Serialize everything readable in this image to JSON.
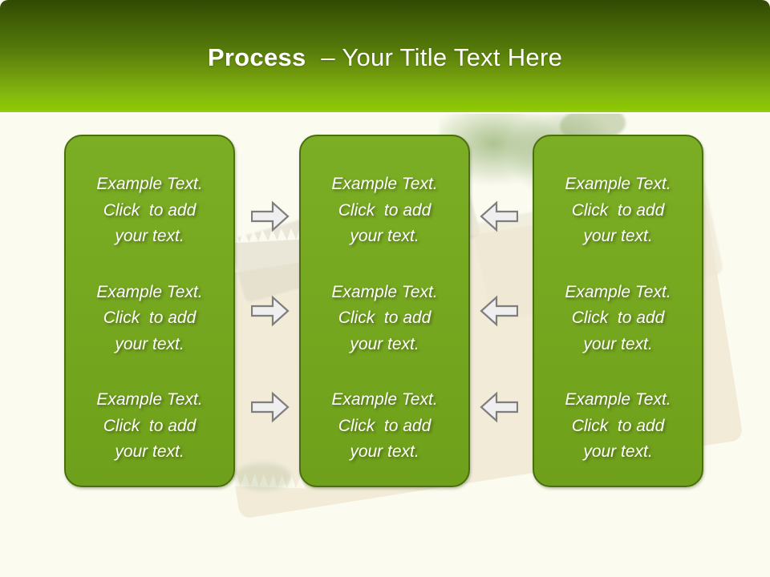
{
  "slide": {
    "title_bold": "Process",
    "title_rest": "– Your Title Text Here"
  },
  "colors": {
    "header_gradient_top": "#3A5504",
    "header_gradient_bottom": "#8DC702",
    "panel_fill": "#76A820",
    "panel_border": "#4A6E10",
    "arrow_fill": "#EFEFEF",
    "arrow_border": "#7E7E7E",
    "slide_background": "#FBFBF0",
    "text_color": "#FFFFFF"
  },
  "columns": [
    {
      "name": "left",
      "blocks": [
        "Example Text.\nClick  to add\nyour text.",
        "Example Text.\nClick  to add\nyour text.",
        "Example Text.\nClick  to add\nyour text."
      ]
    },
    {
      "name": "middle",
      "blocks": [
        "Example Text.\nClick  to add\nyour text.",
        "Example Text.\nClick  to add\nyour text.",
        "Example Text.\nClick  to add\nyour text."
      ]
    },
    {
      "name": "right",
      "blocks": [
        "Example Text.\nClick  to add\nyour text.",
        "Example Text.\nClick  to add\nyour text.",
        "Example Text.\nClick  to add\nyour text."
      ]
    }
  ],
  "arrows": {
    "left_group_direction": "right",
    "right_group_direction": "left",
    "left_group_count": 3,
    "right_group_count": 3
  }
}
